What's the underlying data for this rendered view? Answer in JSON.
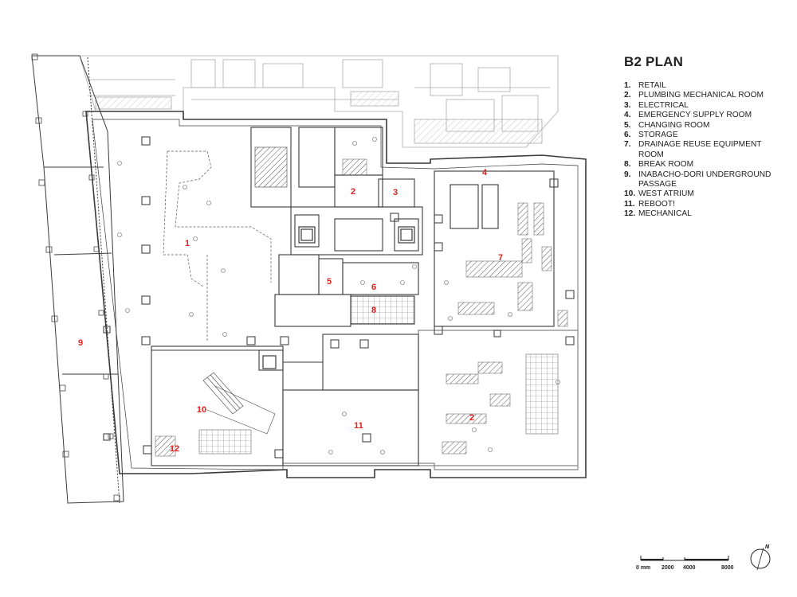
{
  "title": "B2 PLAN",
  "legend": [
    {
      "num": "1.",
      "label": "RETAIL"
    },
    {
      "num": "2.",
      "label": "PLUMBING MECHANICAL ROOM"
    },
    {
      "num": "3.",
      "label": "ELECTRICAL"
    },
    {
      "num": "4.",
      "label": "EMERGENCY SUPPLY ROOM"
    },
    {
      "num": "5.",
      "label": "CHANGING ROOM"
    },
    {
      "num": "6.",
      "label": "STORAGE"
    },
    {
      "num": "7.",
      "label": "DRAINAGE REUSE EQUIPMENT ROOM"
    },
    {
      "num": "8.",
      "label": "BREAK ROOM"
    },
    {
      "num": "9.",
      "label": "INABACHO-DORI UNDERGROUND PASSAGE"
    },
    {
      "num": "10.",
      "label": "WEST ATRIUM"
    },
    {
      "num": "11.",
      "label": "REBOOT!"
    },
    {
      "num": "12.",
      "label": "MECHANICAL"
    }
  ],
  "room_labels": [
    "1",
    "2",
    "3",
    "4",
    "5",
    "6",
    "7",
    "8",
    "9",
    "10",
    "11",
    "2",
    "12"
  ],
  "scale_bar": {
    "labels": [
      "0 mm",
      "2000",
      "4000",
      "8000"
    ]
  },
  "north_label": "N",
  "colors": {
    "line": "#3a3a3a",
    "light": "#9a9a9a",
    "accent": "#e0201c"
  }
}
